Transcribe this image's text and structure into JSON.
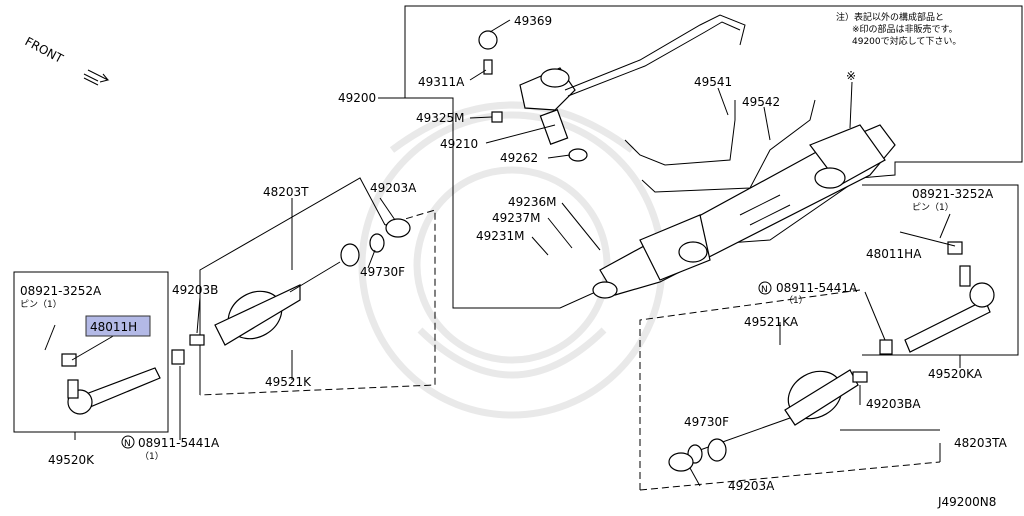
{
  "diagram": {
    "front_label": "FRONT",
    "drawing_code": "J49200N8",
    "note_lines": [
      "注）表記以外の構成部品と",
      "※印の部品は非販売です。",
      "49200で対応して下さい。"
    ],
    "asterisk": "※",
    "highlight_color": "#b3b9e6",
    "labels": {
      "p49369": "49369",
      "p49311A": "49311A",
      "p49200": "49200",
      "p49325M": "49325M",
      "p49210": "49210",
      "p49262": "49262",
      "p49541": "49541",
      "p49542": "49542",
      "p48203T": "48203T",
      "p49203A_top": "49203A",
      "p49236M": "49236M",
      "p49237M": "49237M",
      "p49231M": "49231M",
      "p49203B": "49203B",
      "p49730F_left": "49730F",
      "p49521K": "49521K",
      "p08921_left": "08921-3252A",
      "pin_left": "ピン（1）",
      "p48011H": "48011H",
      "p49520K": "49520K",
      "nut_left_num": "08911-5441A",
      "nut_left_qty": "（1）",
      "p08921_right": "08921-3252A",
      "pin_right": "ピン（1）",
      "p48011HA": "48011HA",
      "nut_right_num": "08911-5441A",
      "nut_right_qty": "（1）",
      "p49520KA": "49520KA",
      "p49521KA": "49521KA",
      "p49203BA": "49203BA",
      "p48203TA": "48203TA",
      "p49730F_right": "49730F",
      "p49203A_bottom": "49203A",
      "n_symbol": "N"
    }
  }
}
